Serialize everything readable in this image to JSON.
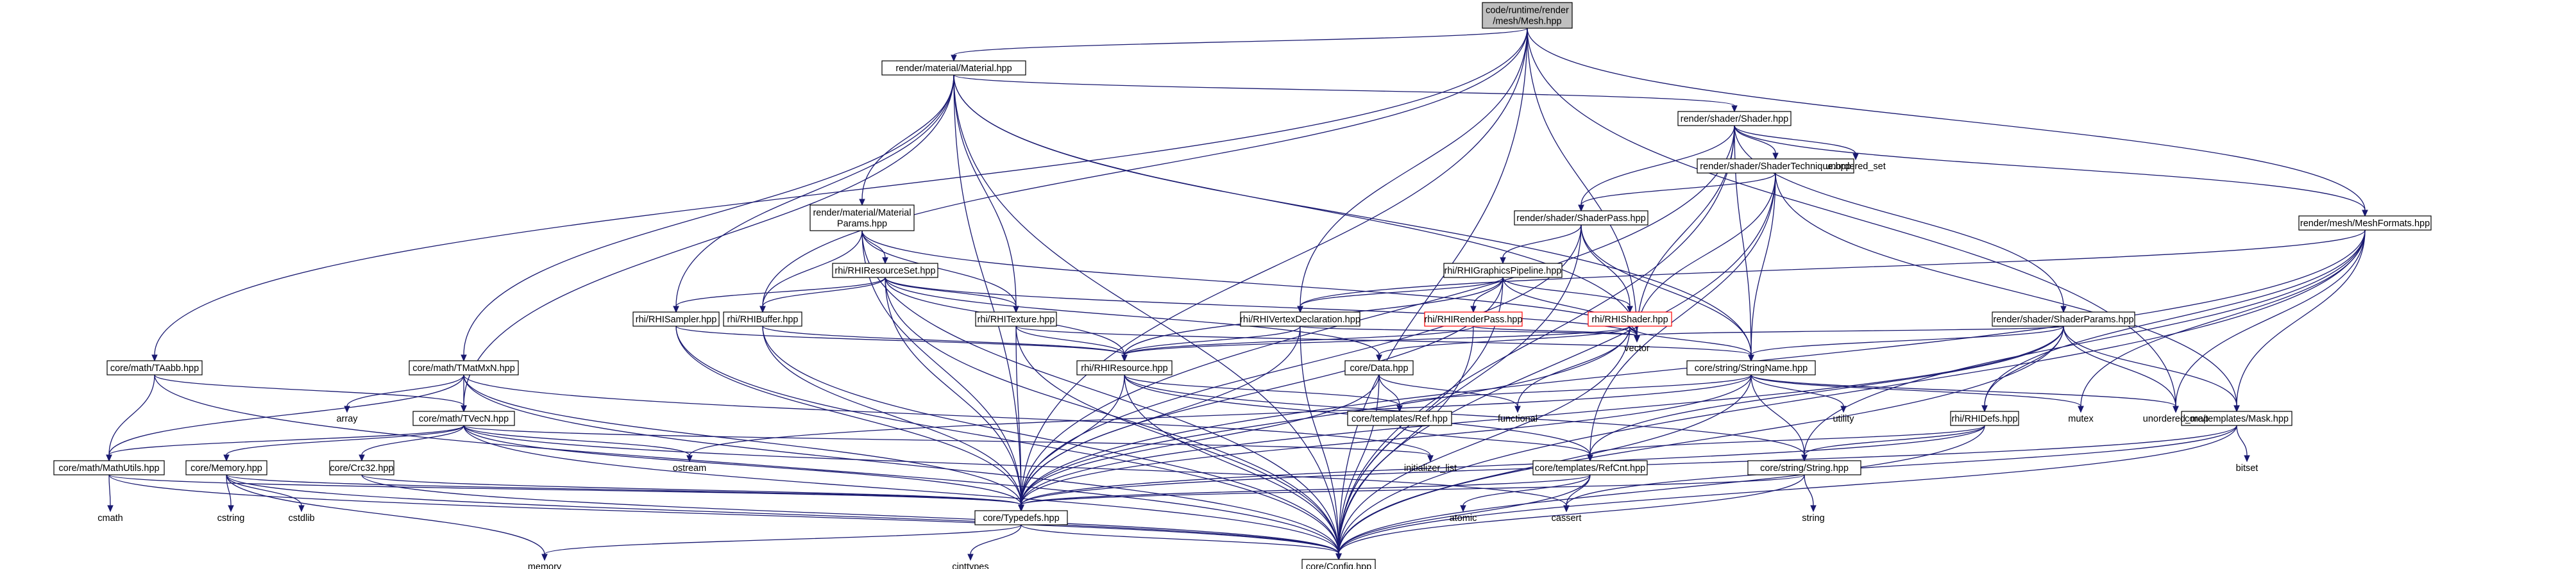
{
  "diagram": {
    "title": "code/runtime/render/mesh/Mesh.hpp",
    "nodes": [
      {
        "id": "mesh",
        "label": [
          "code/runtime/render",
          "/mesh/Mesh.hpp"
        ],
        "style": "root"
      },
      {
        "id": "material",
        "label": [
          "render/material/Material.hpp"
        ],
        "style": "box"
      },
      {
        "id": "shader",
        "label": [
          "render/shader/Shader.hpp"
        ],
        "style": "box"
      },
      {
        "id": "shadertech",
        "label": [
          "render/shader/ShaderTechnique.hpp"
        ],
        "style": "box"
      },
      {
        "id": "matparams",
        "label": [
          "render/material/Material",
          "Params.hpp"
        ],
        "style": "box"
      },
      {
        "id": "shaderpass",
        "label": [
          "render/shader/ShaderPass.hpp"
        ],
        "style": "box"
      },
      {
        "id": "rhirs",
        "label": [
          "rhi/RHIResourceSet.hpp"
        ],
        "style": "box"
      },
      {
        "id": "rhigp",
        "label": [
          "rhi/RHIGraphicsPipeline.hpp"
        ],
        "style": "box"
      },
      {
        "id": "meshformats",
        "label": [
          "render/mesh/MeshFormats.hpp"
        ],
        "style": "box"
      },
      {
        "id": "taabb",
        "label": [
          "core/math/TAabb.hpp"
        ],
        "style": "box"
      },
      {
        "id": "rhisampler",
        "label": [
          "rhi/RHISampler.hpp"
        ],
        "style": "box"
      },
      {
        "id": "rhibuffer",
        "label": [
          "rhi/RHIBuffer.hpp"
        ],
        "style": "box"
      },
      {
        "id": "rhitexture",
        "label": [
          "rhi/RHITexture.hpp"
        ],
        "style": "box"
      },
      {
        "id": "rhivd",
        "label": [
          "rhi/RHIVertexDeclaration.hpp"
        ],
        "style": "box"
      },
      {
        "id": "rhirp",
        "label": [
          "rhi/RHIRenderPass.hpp"
        ],
        "style": "red"
      },
      {
        "id": "rhishader",
        "label": [
          "rhi/RHIShader.hpp"
        ],
        "style": "red"
      },
      {
        "id": "shaderparams",
        "label": [
          "render/shader/ShaderParams.hpp"
        ],
        "style": "box"
      },
      {
        "id": "tmatmxn",
        "label": [
          "core/math/TMatMxN.hpp"
        ],
        "style": "box"
      },
      {
        "id": "rhiresource",
        "label": [
          "rhi/RHIResource.hpp"
        ],
        "style": "box"
      },
      {
        "id": "coredata",
        "label": [
          "core/Data.hpp"
        ],
        "style": "box"
      },
      {
        "id": "stringname",
        "label": [
          "core/string/StringName.hpp"
        ],
        "style": "box"
      },
      {
        "id": "tvecn",
        "label": [
          "core/math/TVecN.hpp"
        ],
        "style": "box"
      },
      {
        "id": "ref",
        "label": [
          "core/templates/Ref.hpp"
        ],
        "style": "box"
      },
      {
        "id": "rhidefs",
        "label": [
          "rhi/RHIDefs.hpp"
        ],
        "style": "box"
      },
      {
        "id": "mask",
        "label": [
          "core/templates/Mask.hpp"
        ],
        "style": "box"
      },
      {
        "id": "mathutils",
        "label": [
          "core/math/MathUtils.hpp"
        ],
        "style": "box"
      },
      {
        "id": "memory",
        "label": [
          "core/Memory.hpp"
        ],
        "style": "box"
      },
      {
        "id": "crc32",
        "label": [
          "core/Crc32.hpp"
        ],
        "style": "box"
      },
      {
        "id": "refcnt",
        "label": [
          "core/templates/RefCnt.hpp"
        ],
        "style": "box"
      },
      {
        "id": "string",
        "label": [
          "core/string/String.hpp"
        ],
        "style": "box"
      },
      {
        "id": "typedefs",
        "label": [
          "core/Typedefs.hpp"
        ],
        "style": "box"
      },
      {
        "id": "config",
        "label": [
          "core/Config.hpp"
        ],
        "style": "box"
      },
      {
        "id": "unordered_set",
        "label": [
          "unordered_set"
        ],
        "style": "ext"
      },
      {
        "id": "vector",
        "label": [
          "vector"
        ],
        "style": "ext"
      },
      {
        "id": "array",
        "label": [
          "array"
        ],
        "style": "ext"
      },
      {
        "id": "functional",
        "label": [
          "functional"
        ],
        "style": "ext"
      },
      {
        "id": "utility",
        "label": [
          "utility"
        ],
        "style": "ext"
      },
      {
        "id": "mutex",
        "label": [
          "mutex"
        ],
        "style": "ext"
      },
      {
        "id": "unordered_map",
        "label": [
          "unordered_map"
        ],
        "style": "ext"
      },
      {
        "id": "ostream",
        "label": [
          "ostream"
        ],
        "style": "ext"
      },
      {
        "id": "initializer_list",
        "label": [
          "initializer_list"
        ],
        "style": "ext"
      },
      {
        "id": "bitset",
        "label": [
          "bitset"
        ],
        "style": "ext"
      },
      {
        "id": "cmath",
        "label": [
          "cmath"
        ],
        "style": "ext"
      },
      {
        "id": "cstring",
        "label": [
          "cstring"
        ],
        "style": "ext"
      },
      {
        "id": "cstdlib",
        "label": [
          "cstdlib"
        ],
        "style": "ext"
      },
      {
        "id": "atomic",
        "label": [
          "atomic"
        ],
        "style": "ext"
      },
      {
        "id": "cassert",
        "label": [
          "cassert"
        ],
        "style": "ext"
      },
      {
        "id": "string_std",
        "label": [
          "string"
        ],
        "style": "ext"
      },
      {
        "id": "memory_std",
        "label": [
          "memory"
        ],
        "style": "ext"
      },
      {
        "id": "cinttypes",
        "label": [
          "cinttypes"
        ],
        "style": "ext"
      }
    ],
    "edges": [
      [
        "mesh",
        "material"
      ],
      [
        "mesh",
        "meshformats"
      ],
      [
        "mesh",
        "taabb"
      ],
      [
        "mesh",
        "rhibuffer"
      ],
      [
        "mesh",
        "rhivd"
      ],
      [
        "mesh",
        "vector"
      ],
      [
        "mesh",
        "typedefs"
      ],
      [
        "mesh",
        "config"
      ],
      [
        "mesh",
        "unordered_map"
      ],
      [
        "material",
        "shader"
      ],
      [
        "material",
        "matparams"
      ],
      [
        "material",
        "rhisampler"
      ],
      [
        "material",
        "rhitexture"
      ],
      [
        "material",
        "tmatmxn"
      ],
      [
        "material",
        "tvecn"
      ],
      [
        "material",
        "vector"
      ],
      [
        "material",
        "typedefs"
      ],
      [
        "material",
        "config"
      ],
      [
        "material",
        "stringname"
      ],
      [
        "shader",
        "shadertech"
      ],
      [
        "shader",
        "shaderpass"
      ],
      [
        "shader",
        "shaderparams"
      ],
      [
        "shader",
        "unordered_set"
      ],
      [
        "shader",
        "vector"
      ],
      [
        "shader",
        "stringname"
      ],
      [
        "shader",
        "typedefs"
      ],
      [
        "shader",
        "meshformats"
      ],
      [
        "shader",
        "config"
      ],
      [
        "shadertech",
        "shaderpass"
      ],
      [
        "shadertech",
        "stringname"
      ],
      [
        "shadertech",
        "vector"
      ],
      [
        "shadertech",
        "mask"
      ],
      [
        "shadertech",
        "config"
      ],
      [
        "shadertech",
        "refcnt"
      ],
      [
        "matparams",
        "rhirs"
      ],
      [
        "matparams",
        "rhibuffer"
      ],
      [
        "matparams",
        "rhitexture"
      ],
      [
        "matparams",
        "typedefs"
      ],
      [
        "matparams",
        "vector"
      ],
      [
        "matparams",
        "config"
      ],
      [
        "shaderpass",
        "rhigp"
      ],
      [
        "shaderpass",
        "rhishader"
      ],
      [
        "shaderpass",
        "stringname"
      ],
      [
        "shaderpass",
        "typedefs"
      ],
      [
        "shaderpass",
        "config"
      ],
      [
        "rhirs",
        "rhisampler"
      ],
      [
        "rhirs",
        "rhibuffer"
      ],
      [
        "rhirs",
        "rhitexture"
      ],
      [
        "rhirs",
        "rhiresource"
      ],
      [
        "rhirs",
        "vector"
      ],
      [
        "rhirs",
        "typedefs"
      ],
      [
        "rhirs",
        "config"
      ],
      [
        "rhirs",
        "coredata"
      ],
      [
        "rhigp",
        "rhivd"
      ],
      [
        "rhigp",
        "rhirp"
      ],
      [
        "rhigp",
        "rhishader"
      ],
      [
        "rhigp",
        "rhiresource"
      ],
      [
        "rhigp",
        "vector"
      ],
      [
        "rhigp",
        "typedefs"
      ],
      [
        "rhigp",
        "config"
      ],
      [
        "meshformats",
        "rhivd"
      ],
      [
        "meshformats",
        "rhidefs"
      ],
      [
        "meshformats",
        "mask"
      ],
      [
        "meshformats",
        "mutex"
      ],
      [
        "meshformats",
        "unordered_map"
      ],
      [
        "meshformats",
        "typedefs"
      ],
      [
        "meshformats",
        "config"
      ],
      [
        "meshformats",
        "string"
      ],
      [
        "taabb",
        "tvecn"
      ],
      [
        "taabb",
        "mathutils"
      ],
      [
        "taabb",
        "config"
      ],
      [
        "rhisampler",
        "rhiresource"
      ],
      [
        "rhisampler",
        "typedefs"
      ],
      [
        "rhisampler",
        "config"
      ],
      [
        "rhibuffer",
        "rhiresource"
      ],
      [
        "rhibuffer",
        "typedefs"
      ],
      [
        "rhibuffer",
        "config"
      ],
      [
        "rhitexture",
        "rhiresource"
      ],
      [
        "rhitexture",
        "stringname"
      ],
      [
        "rhitexture",
        "typedefs"
      ],
      [
        "rhitexture",
        "config"
      ],
      [
        "rhivd",
        "rhiresource"
      ],
      [
        "rhivd",
        "vector"
      ],
      [
        "rhivd",
        "typedefs"
      ],
      [
        "rhivd",
        "config"
      ],
      [
        "rhirp",
        "rhiresource"
      ],
      [
        "rhirp",
        "vector"
      ],
      [
        "rhirp",
        "config"
      ],
      [
        "rhishader",
        "rhiresource"
      ],
      [
        "rhishader",
        "coredata"
      ],
      [
        "rhishader",
        "stringname"
      ],
      [
        "rhishader",
        "functional"
      ],
      [
        "rhishader",
        "vector"
      ],
      [
        "rhishader",
        "typedefs"
      ],
      [
        "rhishader",
        "config"
      ],
      [
        "shaderparams",
        "stringname"
      ],
      [
        "shaderparams",
        "rhidefs"
      ],
      [
        "shaderparams",
        "mask"
      ],
      [
        "shaderparams",
        "vector"
      ],
      [
        "shaderparams",
        "unordered_map"
      ],
      [
        "shaderparams",
        "typedefs"
      ],
      [
        "shaderparams",
        "config"
      ],
      [
        "shaderparams",
        "refcnt"
      ],
      [
        "tmatmxn",
        "tvecn"
      ],
      [
        "tmatmxn",
        "array"
      ],
      [
        "tmatmxn",
        "mathutils"
      ],
      [
        "tmatmxn",
        "initializer_list"
      ],
      [
        "tmatmxn",
        "typedefs"
      ],
      [
        "tmatmxn",
        "config"
      ],
      [
        "rhiresource",
        "ref"
      ],
      [
        "rhiresource",
        "refcnt"
      ],
      [
        "rhiresource",
        "typedefs"
      ],
      [
        "rhiresource",
        "config"
      ],
      [
        "rhiresource",
        "string"
      ],
      [
        "coredata",
        "ref"
      ],
      [
        "coredata",
        "functional"
      ],
      [
        "coredata",
        "typedefs"
      ],
      [
        "coredata",
        "config"
      ],
      [
        "stringname",
        "string"
      ],
      [
        "stringname",
        "utility"
      ],
      [
        "stringname",
        "mutex"
      ],
      [
        "stringname",
        "unordered_map"
      ],
      [
        "stringname",
        "ostream"
      ],
      [
        "stringname",
        "typedefs"
      ],
      [
        "stringname",
        "config"
      ],
      [
        "stringname",
        "ref"
      ],
      [
        "tvecn",
        "mathutils"
      ],
      [
        "tvecn",
        "memory"
      ],
      [
        "tvecn",
        "crc32"
      ],
      [
        "tvecn",
        "ostream"
      ],
      [
        "tvecn",
        "initializer_list"
      ],
      [
        "tvecn",
        "typedefs"
      ],
      [
        "tvecn",
        "config"
      ],
      [
        "tvecn",
        "cassert"
      ],
      [
        "ref",
        "refcnt"
      ],
      [
        "rhidefs",
        "refcnt"
      ],
      [
        "rhidefs",
        "typedefs"
      ],
      [
        "rhidefs",
        "config"
      ],
      [
        "rhidefs",
        "string"
      ],
      [
        "mask",
        "bitset"
      ],
      [
        "mask",
        "typedefs"
      ],
      [
        "mask",
        "config"
      ],
      [
        "mask",
        "cassert"
      ],
      [
        "mathutils",
        "cmath"
      ],
      [
        "mathutils",
        "typedefs"
      ],
      [
        "mathutils",
        "config"
      ],
      [
        "memory",
        "cstring"
      ],
      [
        "memory",
        "cstdlib"
      ],
      [
        "memory",
        "typedefs"
      ],
      [
        "memory",
        "config"
      ],
      [
        "memory",
        "memory_std"
      ],
      [
        "crc32",
        "typedefs"
      ],
      [
        "crc32",
        "config"
      ],
      [
        "refcnt",
        "atomic"
      ],
      [
        "refcnt",
        "cassert"
      ],
      [
        "refcnt",
        "typedefs"
      ],
      [
        "refcnt",
        "config"
      ],
      [
        "string",
        "string_std"
      ],
      [
        "string",
        "typedefs"
      ],
      [
        "string",
        "config"
      ],
      [
        "typedefs",
        "config"
      ],
      [
        "typedefs",
        "cinttypes"
      ],
      [
        "typedefs",
        "memory_std"
      ]
    ]
  }
}
